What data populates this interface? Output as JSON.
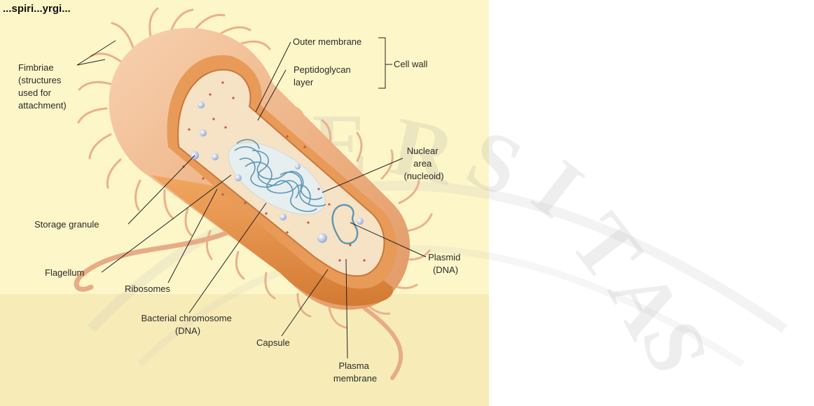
{
  "header": {
    "text": "...spiri...yrgi..."
  },
  "watermark": {
    "letters": [
      "E",
      "R",
      "S",
      "I",
      "T",
      "A",
      "S"
    ]
  },
  "labels": {
    "fimbriae": [
      "Fimbriae",
      "(structures",
      "used for",
      "attachment)"
    ],
    "outer_membrane": "Outer membrane",
    "peptidoglycan": [
      "Peptidoglycan",
      "layer"
    ],
    "cell_wall": "Cell wall",
    "nuclear_area": [
      "Nuclear",
      "area",
      "(nucleoid)"
    ],
    "storage_granule": "Storage granule",
    "flagellum": "Flagellum",
    "ribosomes": "Ribosomes",
    "bacterial_chromosome": [
      "Bacterial chromosome",
      "(DNA)"
    ],
    "capsule": "Capsule",
    "plasma_membrane": [
      "Plasma",
      "membrane"
    ],
    "plasmid": [
      "Plasmid",
      "(DNA)"
    ]
  },
  "colors": {
    "background_panel": "#fdf6c8",
    "capsule_fill": "#f0b98c",
    "cell_wall_band": "#d98a3c",
    "cytoplasm": "#f6e2c4",
    "dna": "#5a96b4",
    "watermark": "#9a9a9a"
  }
}
